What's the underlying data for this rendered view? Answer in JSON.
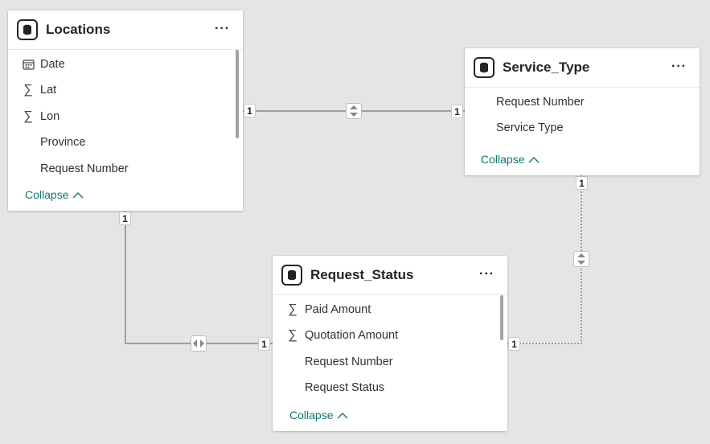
{
  "tables": {
    "locations": {
      "title": "Locations",
      "more": "···",
      "fields": [
        {
          "label": "Date",
          "icon": "calendar-icon"
        },
        {
          "label": "Lat",
          "icon": "sigma-icon"
        },
        {
          "label": "Lon",
          "icon": "sigma-icon"
        },
        {
          "label": "Province",
          "icon": ""
        },
        {
          "label": "Request Number",
          "icon": ""
        }
      ],
      "collapse": "Collapse"
    },
    "service_type": {
      "title": "Service_Type",
      "more": "···",
      "fields": [
        {
          "label": "Request Number",
          "icon": ""
        },
        {
          "label": "Service Type",
          "icon": ""
        }
      ],
      "collapse": "Collapse"
    },
    "request_status": {
      "title": "Request_Status",
      "more": "···",
      "fields": [
        {
          "label": "Paid Amount",
          "icon": "sigma-icon"
        },
        {
          "label": "Quotation Amount",
          "icon": "sigma-icon"
        },
        {
          "label": "Request Number",
          "icon": ""
        },
        {
          "label": "Request Status",
          "icon": ""
        }
      ],
      "collapse": "Collapse"
    }
  },
  "relationships": {
    "locations_service_type": {
      "from_card": "1",
      "to_card": "1",
      "filter": "both-directions-icon"
    },
    "locations_request_status": {
      "from_card": "1",
      "to_card": "1",
      "filter": "both-directions-icon"
    },
    "service_type_request_status": {
      "from_card": "1",
      "to_card": "1",
      "filter": "both-directions-icon",
      "style": "dotted"
    }
  },
  "colors": {
    "canvas": "#e6e5e4",
    "link": "#11766e",
    "line": "#8a8886"
  }
}
